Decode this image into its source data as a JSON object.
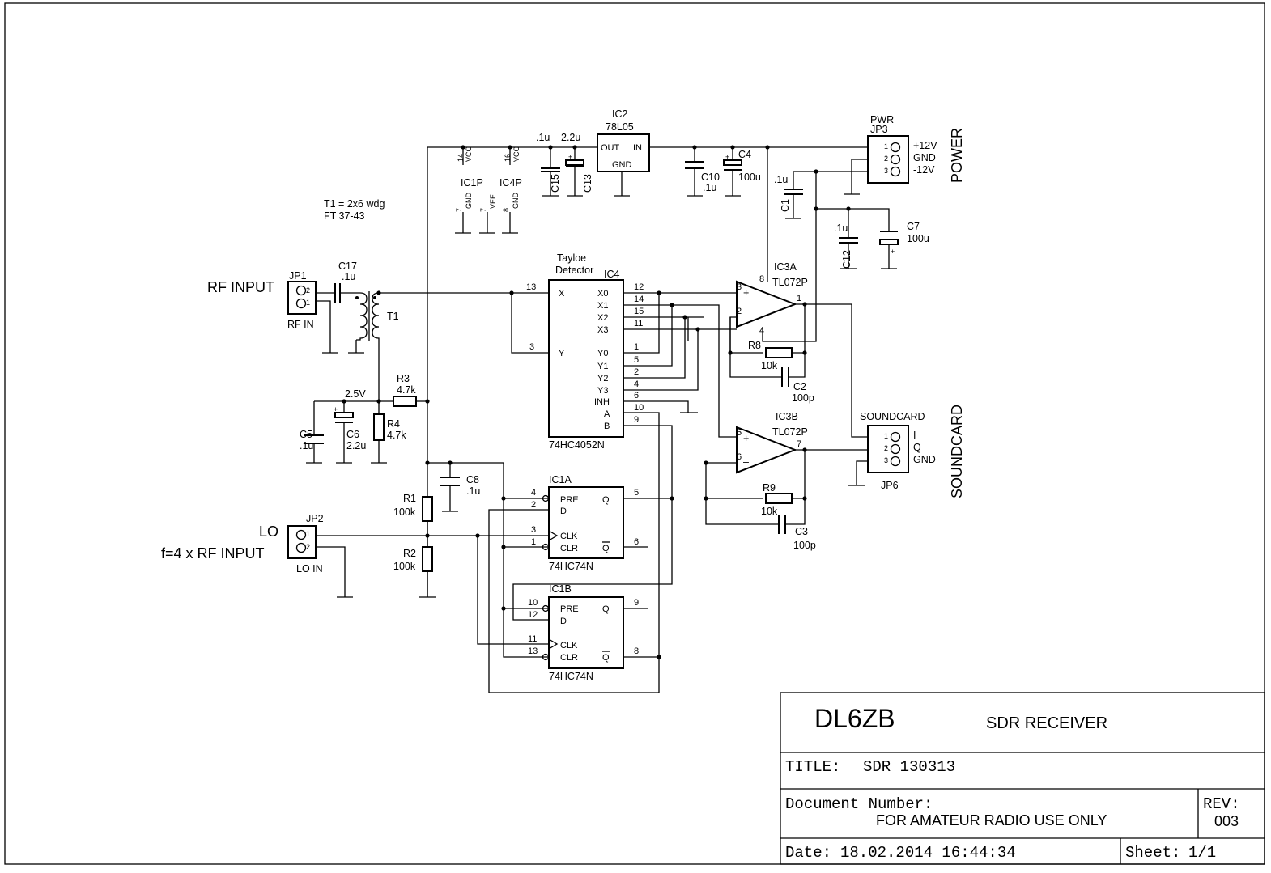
{
  "project": {
    "author": "DL6ZB",
    "name": "SDR RECEIVER",
    "title_label": "TITLE:",
    "title_value": "SDR 130313",
    "doc_label": "Document Number:",
    "doc_value": "FOR AMATEUR RADIO USE ONLY",
    "rev_label": "REV:",
    "rev_value": "003",
    "date_label": "Date:",
    "date_value": "18.02.2014 16:44:34",
    "sheet_label": "Sheet:",
    "sheet_value": "1/1"
  },
  "labels": {
    "rf_input": "RF INPUT",
    "lo": "LO",
    "lo_freq": "f=4 x RF INPUT",
    "power": "POWER",
    "soundcard_side": "SOUNDCARD",
    "t1_note1": "T1 = 2x6 wdg",
    "t1_note2": "FT 37-43",
    "tayloe1": "Tayloe",
    "tayloe2": "Detector",
    "v25": "2.5V"
  },
  "connectors": {
    "jp1": {
      "ref": "JP1",
      "name": "RF IN"
    },
    "jp2": {
      "ref": "JP2",
      "name": "LO IN"
    },
    "jp3": {
      "ref": "JP3",
      "name": "PWR",
      "pin_labels": [
        "+12V",
        "GND",
        "-12V"
      ]
    },
    "jp6": {
      "ref": "JP6",
      "name": "SOUNDCARD",
      "pin_labels": [
        "I",
        "Q",
        "GND"
      ]
    }
  },
  "ics": {
    "ic2": {
      "ref": "IC2",
      "value": "78L05",
      "pins": [
        "OUT",
        "IN",
        "GND"
      ]
    },
    "ic4": {
      "ref": "IC4",
      "value": "74HC4052N",
      "left_pins": [
        "X",
        "Y"
      ],
      "right_pins": [
        "X0",
        "X1",
        "X2",
        "X3",
        "Y0",
        "Y1",
        "Y2",
        "Y3",
        "INH",
        "A",
        "B"
      ]
    },
    "ic1a": {
      "ref": "IC1A",
      "value": "74HC74N"
    },
    "ic1b": {
      "ref": "IC1B",
      "value": "74HC74N"
    },
    "ff_pins": [
      "PRE",
      "D",
      "CLK",
      "CLR",
      "Q",
      "Q"
    ],
    "ic3a": {
      "ref": "IC3A",
      "value": "TL072P"
    },
    "ic3b": {
      "ref": "IC3B",
      "value": "TL072P"
    },
    "ic1p": {
      "ref": "IC1P",
      "vcc_pin": "14",
      "gnd_pin": "7"
    },
    "ic4p": {
      "ref": "IC4P",
      "vcc_pin": "16",
      "vee_pin": "7",
      "gnd_pin": "8"
    },
    "power_pin_names": [
      "VCC",
      "GND",
      "VEE"
    ]
  },
  "components": {
    "C1": ".1u",
    "C2": "100p",
    "C3": "100p",
    "C4": "100u",
    "C5": ".1u",
    "C6": "2.2u",
    "C7": "100u",
    "C8": ".1u",
    "C10": ".1u",
    "C12": ".1u",
    "C13": "2.2u",
    "C15": ".1u",
    "C17": ".1u",
    "R1": "100k",
    "R2": "100k",
    "R3": "4.7k",
    "R4": "4.7k",
    "R8": "10k",
    "R9": "10k"
  }
}
